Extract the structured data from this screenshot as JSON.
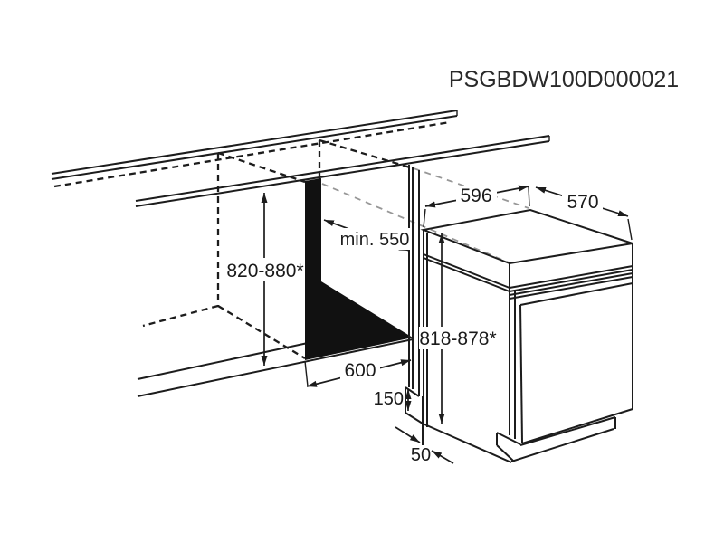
{
  "title": {
    "model_code": "PSGBDW100D000021"
  },
  "diagram": {
    "type": "installation-drawing",
    "subject": "built-under dishwasher: niche opening and appliance dimensions",
    "units": "mm",
    "colors": {
      "line": "#1c1c1c",
      "projection_dash": "#979797",
      "text": "#1a1a1a",
      "niche_fill": "#111111",
      "background": "#ffffff"
    },
    "niche": {
      "height": {
        "label": "820-880*"
      },
      "depth": {
        "label": "min. 550"
      },
      "width": {
        "label": "600"
      }
    },
    "appliance": {
      "width": {
        "label": "596"
      },
      "depth": {
        "label": "570"
      },
      "height": {
        "label": "818-878*"
      }
    },
    "plinth": {
      "recess_height": {
        "label": "150"
      },
      "recess_depth": {
        "label": "50"
      }
    }
  }
}
